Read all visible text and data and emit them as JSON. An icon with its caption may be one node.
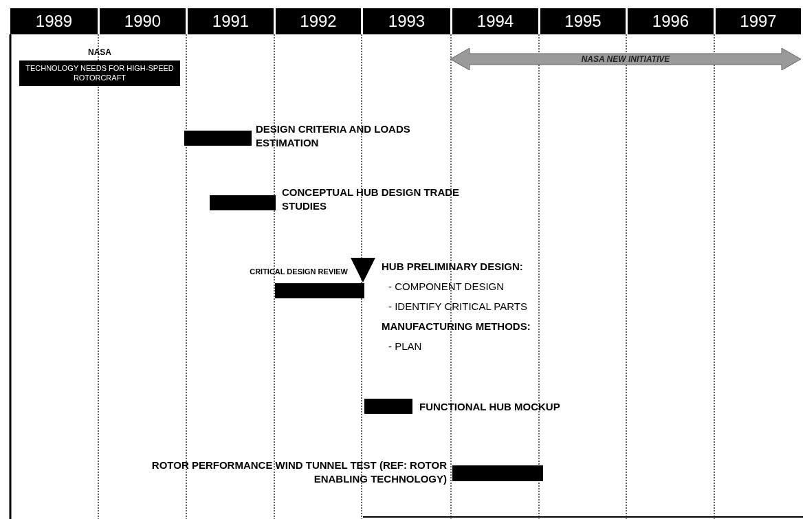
{
  "diagram": {
    "nodes": [
      {
        "text": [
          "1989"
        ]
      },
      {
        "text": [
          "1990"
        ]
      },
      {
        "text": [
          "1991"
        ]
      },
      {
        "text": [
          "1992"
        ]
      },
      {
        "text": [
          "1993"
        ]
      },
      {
        "text": [
          "1994"
        ]
      },
      {
        "text": [
          "1995"
        ]
      },
      {
        "text": [
          "1996"
        ]
      },
      {
        "text": [
          "1997"
        ]
      },
      {
        "text": [
          "NASA",
          "TECHNOLOGY NEEDS FOR HIGH-SPEED ROTORCRAFT"
        ]
      },
      {
        "text": [
          "NASA NEW INITIATIVE"
        ]
      },
      {
        "text": [],
        "shape": "bar",
        "beside": [
          "DESIGN CRITERIA AND LOADS ESTIMATION"
        ]
      },
      {
        "text": [],
        "shape": "bar",
        "beside": [
          "CONCEPTUAL HUB DESIGN TRADE STUDIES"
        ]
      },
      {
        "text": [],
        "shape": "triangle",
        "beside": [
          "CRITICAL DESIGN REVIEW"
        ]
      },
      {
        "text": [],
        "shape": "bar",
        "beside": [
          "HUB PRELIMINARY DESIGN:",
          "- COMPONENT DESIGN",
          "- IDENTIFY CRITICAL PARTS",
          "MANUFACTURING METHODS:",
          "- PLAN"
        ]
      },
      {
        "text": [],
        "shape": "bar",
        "beside": [
          "FUNCTIONAL HUB MOCKUP"
        ]
      },
      {
        "text": [],
        "shape": "bar",
        "beside": [
          "ROTOR PERFORMANCE WIND TUNNEL TEST (REF: ROTOR ENABLING TECHNOLOGY)"
        ]
      }
    ]
  }
}
